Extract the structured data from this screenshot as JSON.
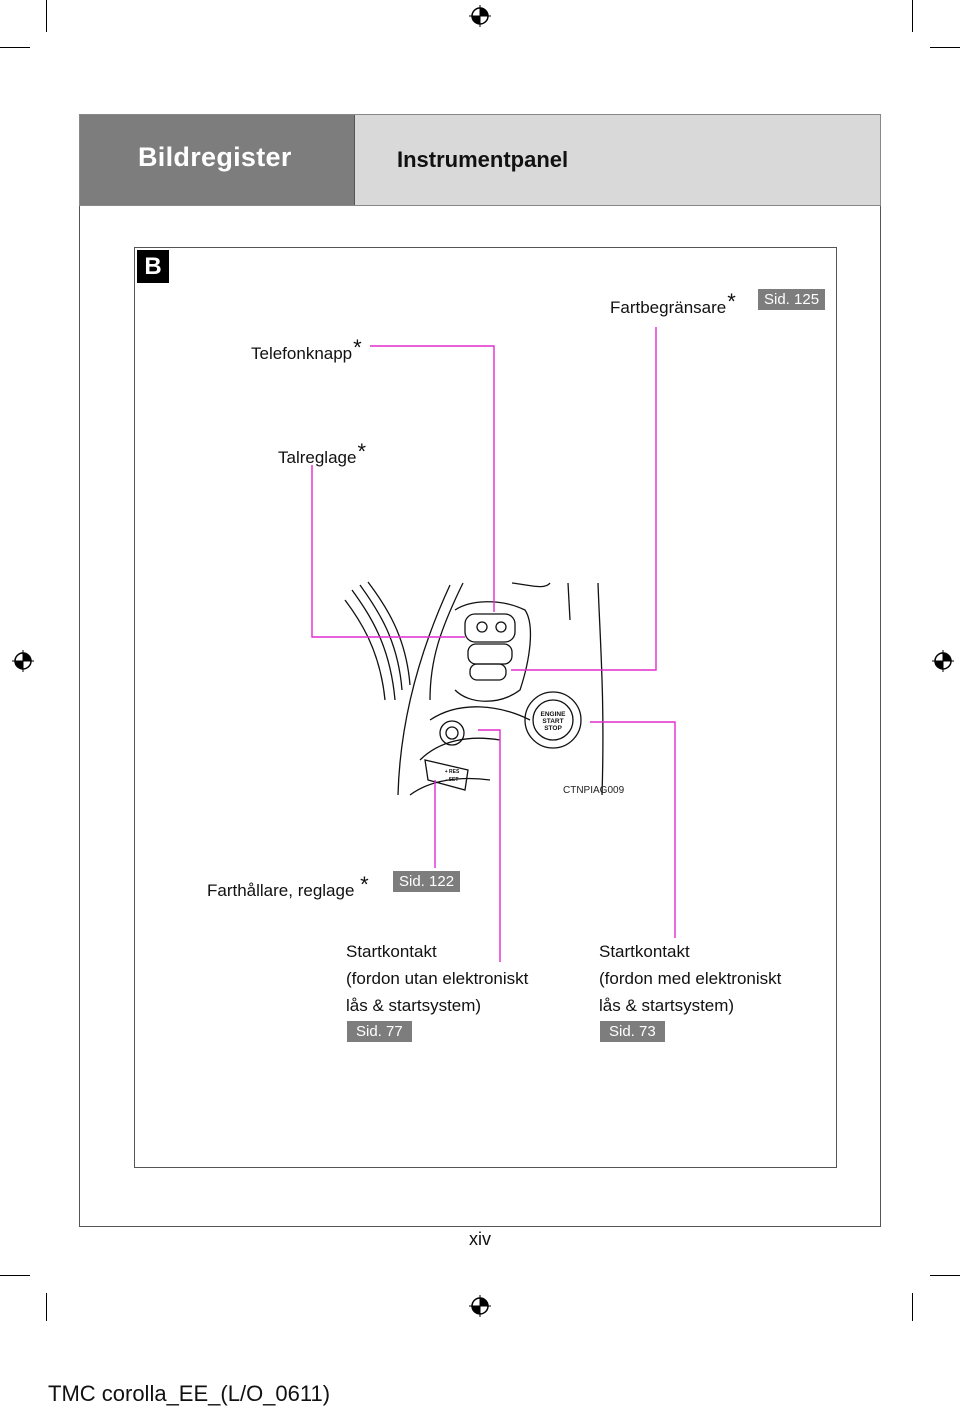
{
  "header": {
    "section": "Bildregister",
    "title": "Instrumentpanel"
  },
  "badge": "B",
  "labels": {
    "fartbegransare": "Fartbegränsare",
    "telefonknapp": "Telefonknapp",
    "talreglage": "Talreglage",
    "farthallare": "Farthållare, reglage",
    "asterisk": "*"
  },
  "refs": {
    "fartbegransare": "Sid. 125",
    "farthallare": "Sid. 122",
    "startkontakt_utan": "Sid. 77",
    "startkontakt_med": "Sid. 73"
  },
  "illustration": {
    "code": "CTNPIAG009",
    "button_text": [
      "ENGINE",
      "START",
      "STOP"
    ],
    "lever_text": [
      "+ RES",
      "- SET"
    ]
  },
  "startkontakt_utan": {
    "line1": "Startkontakt",
    "line2": "(fordon utan elektroniskt",
    "line3": "lås & startsystem)"
  },
  "startkontakt_med": {
    "line1": "Startkontakt",
    "line2": "(fordon med elektroniskt",
    "line3": "lås & startsystem)"
  },
  "page_number": "xiv",
  "footer": "TMC corolla_EE_(L/O_0611)",
  "colors": {
    "leader": "#e22cd0",
    "header_dark": "#7d7d7d",
    "header_light": "#d9d9d9",
    "sid_badge": "#7d7d7d"
  }
}
